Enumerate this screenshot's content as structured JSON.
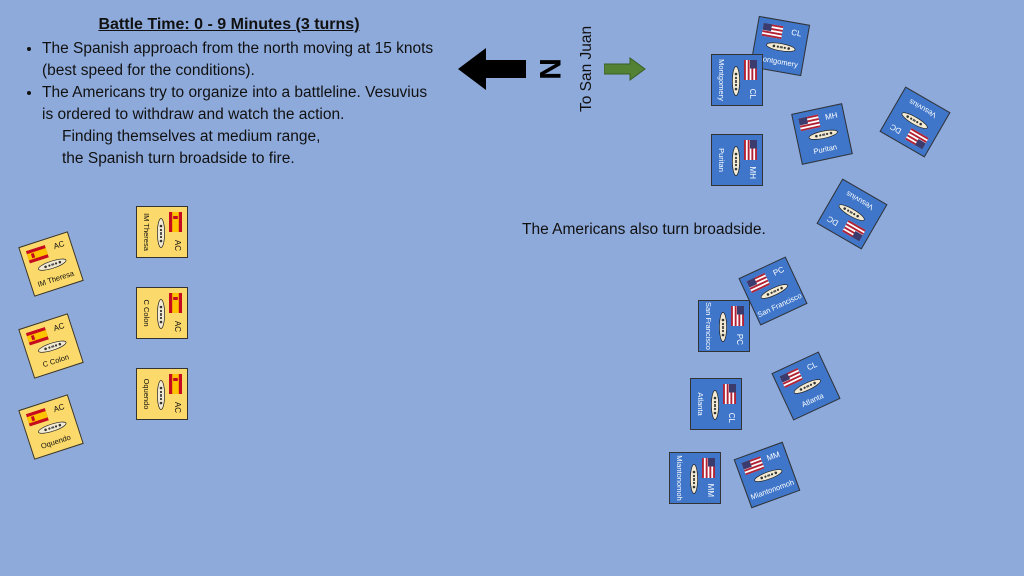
{
  "panel": {
    "title": "Battle Time: 0 - 9 Minutes (3 turns)",
    "bullets": [
      "The Spanish approach from the north moving at 15 knots (best speed for the conditions).",
      "The Americans try to organize into a battleline. Vesuvius is ordered to withdraw and watch the action."
    ],
    "note_line1": "Finding themselves at medium range,",
    "note_line2": "the Spanish turn broadside to fire."
  },
  "compass": {
    "letter": "N"
  },
  "direction": {
    "label": "To San Juan"
  },
  "american_note": "The Americans also turn broadside.",
  "colors": {
    "background": "#8eaadb",
    "spanish_counter": "#fbd96a",
    "american_counter": "#3f76c9",
    "arrow_green": "#548235"
  },
  "counters": [
    {
      "side": "spanish",
      "cls": "AC",
      "name": "IM Theresa"
    },
    {
      "side": "spanish",
      "cls": "AC",
      "name": "C Colon"
    },
    {
      "side": "spanish",
      "cls": "AC",
      "name": "Oquendo"
    },
    {
      "side": "spanish",
      "cls": "AC",
      "name": "IM Theresa"
    },
    {
      "side": "spanish",
      "cls": "AC",
      "name": "C Colon"
    },
    {
      "side": "spanish",
      "cls": "AC",
      "name": "Oquendo"
    },
    {
      "side": "american",
      "cls": "CL",
      "name": "Montgomery"
    },
    {
      "side": "american",
      "cls": "CL",
      "name": "Montgomery"
    },
    {
      "side": "american",
      "cls": "MH",
      "name": "Puritan"
    },
    {
      "side": "american",
      "cls": "MH",
      "name": "Puritan"
    },
    {
      "side": "american",
      "cls": "DC",
      "name": "Vesuvius"
    },
    {
      "side": "american",
      "cls": "DC",
      "name": "Vesuvius"
    },
    {
      "side": "american",
      "cls": "PC",
      "name": "San Francisco"
    },
    {
      "side": "american",
      "cls": "PC",
      "name": "San Francisco"
    },
    {
      "side": "american",
      "cls": "CL",
      "name": "Atlanta"
    },
    {
      "side": "american",
      "cls": "CL",
      "name": "Atlanta"
    },
    {
      "side": "american",
      "cls": "MM",
      "name": "Miantonomoh"
    },
    {
      "side": "american",
      "cls": "MM",
      "name": "Miantonomoh"
    }
  ]
}
